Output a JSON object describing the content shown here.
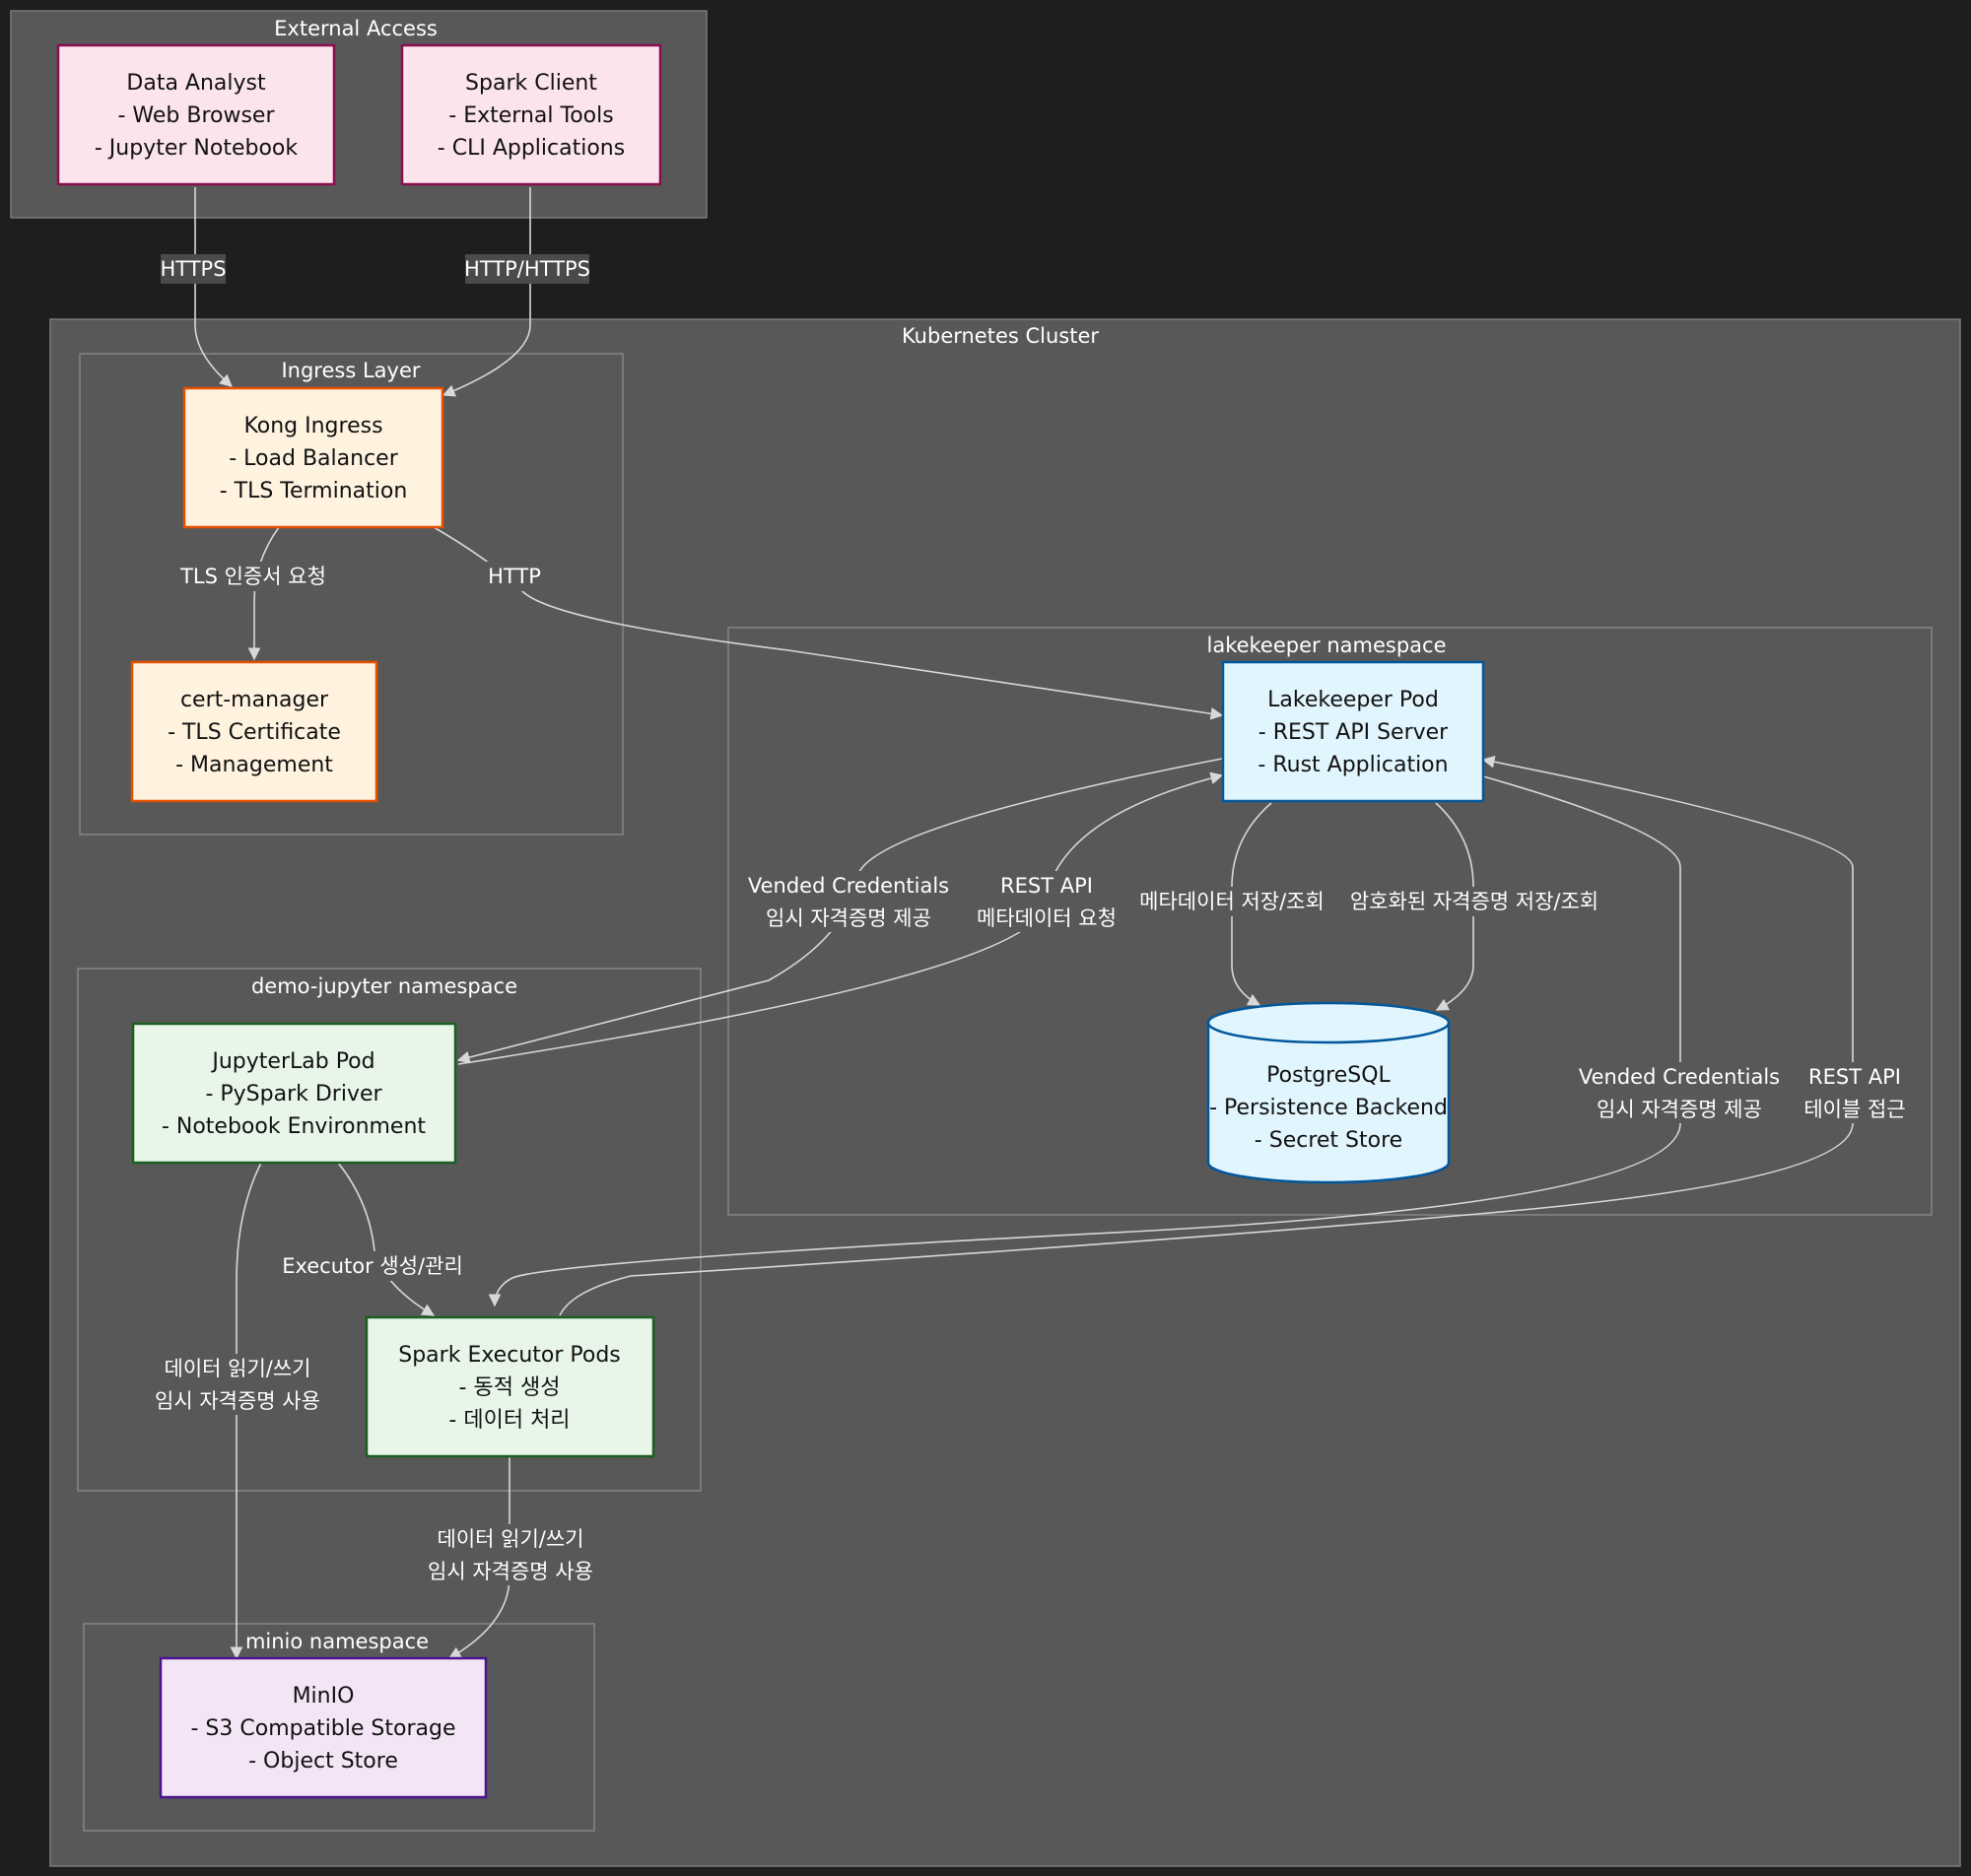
{
  "colors": {
    "background": "#1e1e1e",
    "cluster_fill": "#585858",
    "cluster_stroke": "#7a7a7a",
    "edge": "#d8d8d8",
    "label_bg": "#4a4a4a",
    "client_fill": "#fce4ec",
    "client_stroke": "#880e4f",
    "ingress_fill": "#fff3e0",
    "ingress_stroke": "#e65100",
    "lake_fill": "#e1f5fe",
    "lake_stroke": "#01579b",
    "jupyter_fill": "#e8f5e9",
    "jupyter_stroke": "#1b5e20",
    "minio_fill": "#f3e5f5",
    "minio_stroke": "#4a148c"
  },
  "clusters": {
    "external": "External Access",
    "kubernetes": "Kubernetes Cluster",
    "ingress": "Ingress Layer",
    "lakekeeper": "lakekeeper namespace",
    "jupyter": "demo-jupyter namespace",
    "minio": "minio namespace"
  },
  "nodes": {
    "analyst": [
      "Data Analyst",
      "- Web Browser",
      "- Jupyter Notebook"
    ],
    "spark_client": [
      "Spark Client",
      "- External Tools",
      "- CLI Applications"
    ],
    "kong": [
      "Kong Ingress",
      "- Load Balancer",
      "- TLS Termination"
    ],
    "cert": [
      "cert-manager",
      "- TLS Certificate",
      "- Management"
    ],
    "lakekeeper": [
      "Lakekeeper Pod",
      "- REST API Server",
      "- Rust Application"
    ],
    "postgres": [
      "PostgreSQL",
      "- Persistence Backend",
      "- Secret Store"
    ],
    "jupyterlab": [
      "JupyterLab Pod",
      "- PySpark Driver",
      "- Notebook Environment"
    ],
    "executor": [
      "Spark Executor Pods",
      "- 동적 생성",
      "- 데이터 처리"
    ],
    "minio": [
      "MinIO",
      "- S3 Compatible Storage",
      "- Object Store"
    ]
  },
  "edges": {
    "https": [
      "HTTPS"
    ],
    "http_https": [
      "HTTP/HTTPS"
    ],
    "tls_req": [
      "TLS 인증서 요청"
    ],
    "http": [
      "HTTP"
    ],
    "vended1": [
      "Vended Credentials",
      "임시 자격증명 제공"
    ],
    "rest1": [
      "REST API",
      "메타데이터 요청"
    ],
    "meta_store": [
      "메타데이터 저장/조회"
    ],
    "cred_store": [
      "암호화된 자격증명 저장/조회"
    ],
    "vended2": [
      "Vended Credentials",
      "임시 자격증명 제공"
    ],
    "rest2": [
      "REST API",
      "테이블 접근"
    ],
    "executor_mgmt": [
      "Executor 생성/관리"
    ],
    "rw1": [
      "데이터 읽기/쓰기",
      "임시 자격증명 사용"
    ],
    "rw2": [
      "데이터 읽기/쓰기",
      "임시 자격증명 사용"
    ]
  }
}
